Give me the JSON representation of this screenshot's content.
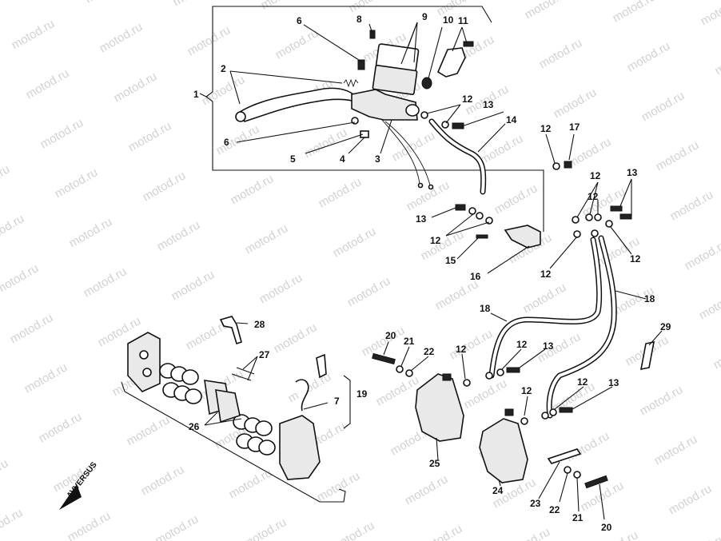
{
  "watermark": {
    "text": "motod.ru"
  },
  "direction_marker": {
    "text": "AVVERSUS"
  },
  "callouts": [
    {
      "id": "c1",
      "label": "1"
    },
    {
      "id": "c2",
      "label": "2"
    },
    {
      "id": "c3",
      "label": "3"
    },
    {
      "id": "c4",
      "label": "4"
    },
    {
      "id": "c5",
      "label": "5"
    },
    {
      "id": "c6a",
      "label": "6"
    },
    {
      "id": "c6b",
      "label": "6"
    },
    {
      "id": "c7",
      "label": "7"
    },
    {
      "id": "c8",
      "label": "8"
    },
    {
      "id": "c9",
      "label": "9"
    },
    {
      "id": "c10",
      "label": "10"
    },
    {
      "id": "c11",
      "label": "11"
    },
    {
      "id": "c12a",
      "label": "12"
    },
    {
      "id": "c12b",
      "label": "12"
    },
    {
      "id": "c12c",
      "label": "12"
    },
    {
      "id": "c12d",
      "label": "12"
    },
    {
      "id": "c12e",
      "label": "12"
    },
    {
      "id": "c12f",
      "label": "12"
    },
    {
      "id": "c12g",
      "label": "12"
    },
    {
      "id": "c12h",
      "label": "12"
    },
    {
      "id": "c12i",
      "label": "12"
    },
    {
      "id": "c12j",
      "label": "12"
    },
    {
      "id": "c12k",
      "label": "12"
    },
    {
      "id": "c13a",
      "label": "13"
    },
    {
      "id": "c13b",
      "label": "13"
    },
    {
      "id": "c13c",
      "label": "13"
    },
    {
      "id": "c13d",
      "label": "13"
    },
    {
      "id": "c13e",
      "label": "13"
    },
    {
      "id": "c14",
      "label": "14"
    },
    {
      "id": "c15",
      "label": "15"
    },
    {
      "id": "c16",
      "label": "16"
    },
    {
      "id": "c17",
      "label": "17"
    },
    {
      "id": "c18a",
      "label": "18"
    },
    {
      "id": "c18b",
      "label": "18"
    },
    {
      "id": "c19",
      "label": "19"
    },
    {
      "id": "c20a",
      "label": "20"
    },
    {
      "id": "c20b",
      "label": "20"
    },
    {
      "id": "c21a",
      "label": "21"
    },
    {
      "id": "c21b",
      "label": "21"
    },
    {
      "id": "c22a",
      "label": "22"
    },
    {
      "id": "c22b",
      "label": "22"
    },
    {
      "id": "c23",
      "label": "23"
    },
    {
      "id": "c24",
      "label": "24"
    },
    {
      "id": "c25",
      "label": "25"
    },
    {
      "id": "c26",
      "label": "26"
    },
    {
      "id": "c27",
      "label": "27"
    },
    {
      "id": "c28",
      "label": "28"
    },
    {
      "id": "c29",
      "label": "29"
    }
  ]
}
